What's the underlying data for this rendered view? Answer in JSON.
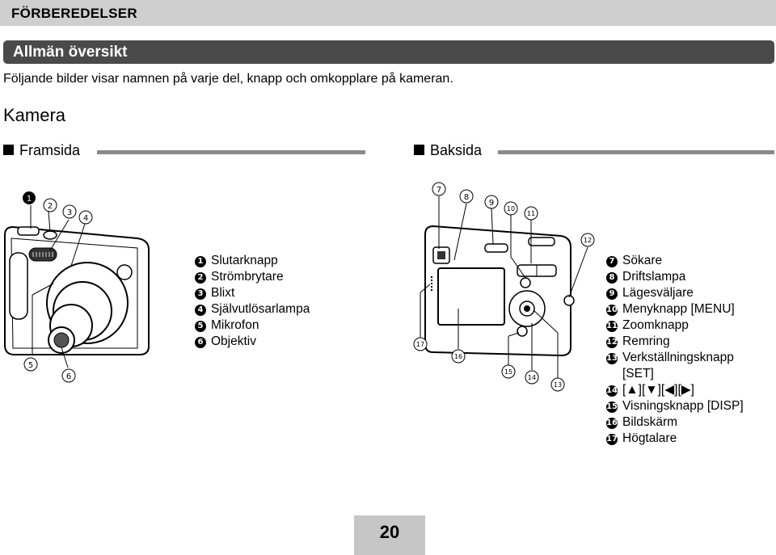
{
  "header": {
    "chapter": "FÖRBEREDELSER"
  },
  "section": {
    "title": "Allmän översikt"
  },
  "intro": "Följande bilder visar namnen på varje del, knapp och omkopplare på kameran.",
  "camera_heading": "Kamera",
  "front": {
    "heading": "Framsida",
    "callouts": [
      "1",
      "2",
      "3",
      "4",
      "5",
      "6"
    ],
    "legend": [
      {
        "n": "1",
        "label": "Slutarknapp"
      },
      {
        "n": "2",
        "label": "Strömbrytare"
      },
      {
        "n": "3",
        "label": "Blixt"
      },
      {
        "n": "4",
        "label": "Självutlösarlampa"
      },
      {
        "n": "5",
        "label": "Mikrofon"
      },
      {
        "n": "6",
        "label": "Objektiv"
      }
    ]
  },
  "back": {
    "heading": "Baksida",
    "callouts": [
      "7",
      "8",
      "9",
      "10",
      "11",
      "12",
      "13",
      "14",
      "15",
      "16",
      "17"
    ],
    "legend": [
      {
        "n": "7",
        "label": "Sökare"
      },
      {
        "n": "8",
        "label": "Driftslampa"
      },
      {
        "n": "9",
        "label": "Lägesväljare"
      },
      {
        "n": "10",
        "label": "Menyknapp [MENU]"
      },
      {
        "n": "11",
        "label": "Zoomknapp"
      },
      {
        "n": "12",
        "label": "Remring"
      },
      {
        "n": "13",
        "label": "Verkställningsknapp",
        "cont": "[SET]"
      },
      {
        "n": "14",
        "label": "[▲][▼][◀][▶]"
      },
      {
        "n": "15",
        "label": "Visningsknapp [DISP]"
      },
      {
        "n": "16",
        "label": "Bildskärm"
      },
      {
        "n": "17",
        "label": "Högtalare"
      }
    ]
  },
  "page_number": "20"
}
